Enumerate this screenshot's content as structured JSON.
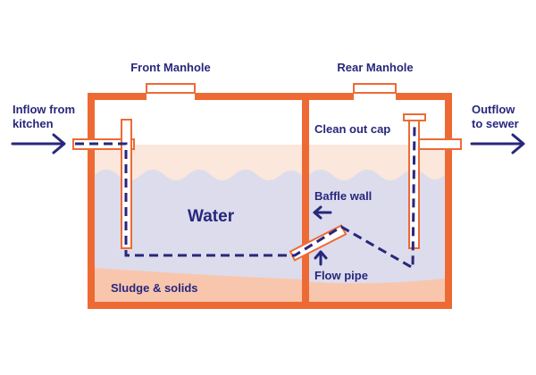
{
  "labels": {
    "front_manhole": "Front Manhole",
    "rear_manhole": "Rear Manhole",
    "inflow_line1": "Inflow from",
    "inflow_line2": "kitchen",
    "outflow_line1": "Outflow",
    "outflow_line2": "to sewer",
    "clean_out_cap": "Clean out cap",
    "baffle_wall": "Baffle wall",
    "water": "Water",
    "flow_pipe": "Flow pipe",
    "sludge": "Sludge & solids"
  },
  "colors": {
    "tank_wall": "#ee6a35",
    "water": "#dcdcec",
    "air_zone": "#fbe7dc",
    "sludge": "#f8c6ad",
    "navy": "#27277d",
    "pipe_fill": "#ffffff"
  },
  "icons": {
    "inflow_arrow": "arrow-right-icon",
    "outflow_arrow": "arrow-right-icon",
    "baffle_arrow": "arrow-left-icon",
    "flow_pipe_arrow": "arrow-up-icon"
  }
}
